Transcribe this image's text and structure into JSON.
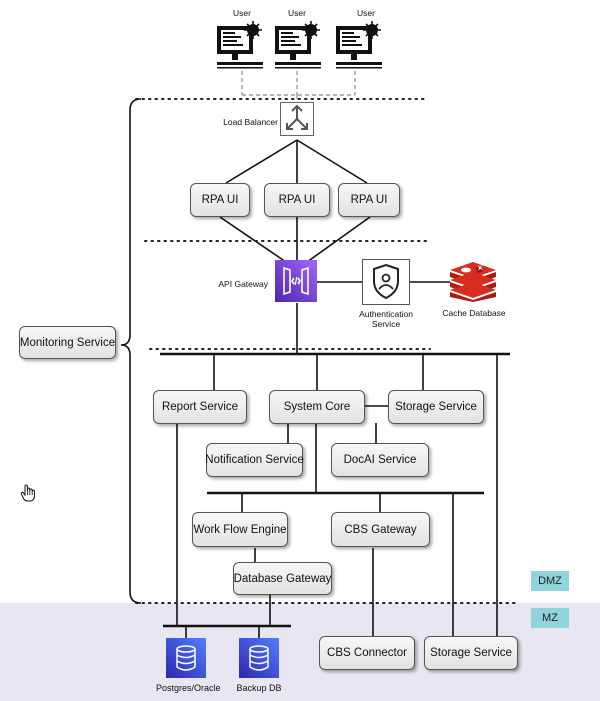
{
  "users": [
    {
      "label": "User",
      "icon": "computer-bug-icon"
    },
    {
      "label": "User",
      "icon": "computer-bug-icon"
    },
    {
      "label": "User",
      "icon": "computer-bug-icon"
    }
  ],
  "load_balancer": {
    "label": "Load Balancer",
    "icon": "load-balancer-icon"
  },
  "rpa_ui": [
    "RPA UI",
    "RPA UI",
    "RPA UI"
  ],
  "api_gateway": {
    "label": "API Gateway",
    "icon": "api-gateway-icon",
    "color": "#7b3ff0"
  },
  "auth_service": {
    "label_line1": "Authentication",
    "label_line2": "Service",
    "icon": "shield-user-icon"
  },
  "cache_db": {
    "label": "Cache Database",
    "icon": "redis-icon",
    "color": "#c8302b"
  },
  "monitoring": "Monitoring Service",
  "services": {
    "report": "Report Service",
    "system_core": "System Core",
    "storage": "Storage Service",
    "notification": "Notification Service",
    "docai": "DocAI Service",
    "workflow": "Work Flow Engine",
    "cbs_gateway": "CBS Gateway",
    "db_gateway": "Database Gateway",
    "cbs_connector": "CBS Connector",
    "storage2": "Storage Service"
  },
  "databases": [
    {
      "label": "Postgres/Oracle",
      "icon": "database-icon"
    },
    {
      "label": "Backup DB",
      "icon": "database-icon"
    }
  ],
  "zones": {
    "dmz": "DMZ",
    "mz": "MZ"
  },
  "colors": {
    "mz_band": "#e8e6f1",
    "zone_tag": "#8fd3dd",
    "db_icon": "#3b5bdb"
  }
}
